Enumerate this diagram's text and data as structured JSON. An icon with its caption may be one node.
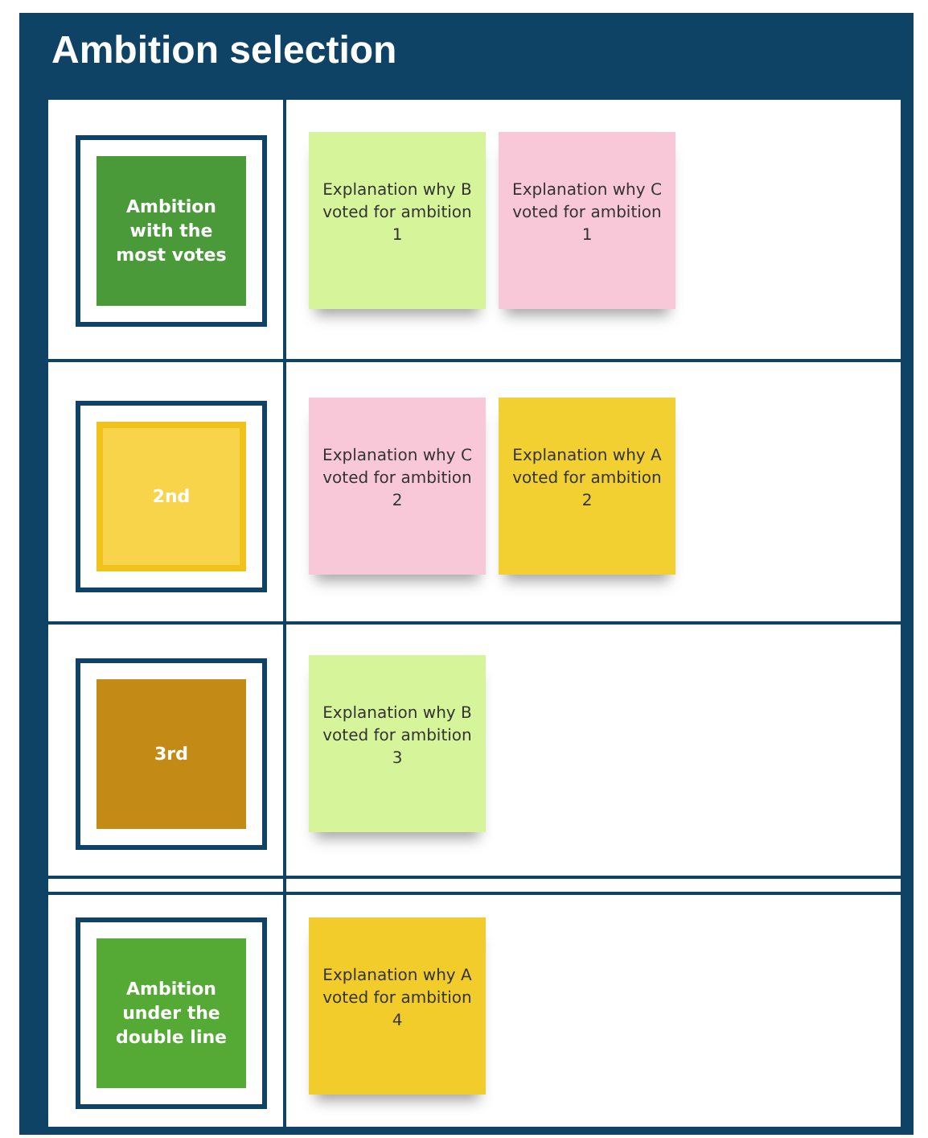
{
  "diagram": {
    "title": "Ambition selection",
    "nodes": [
      {
        "text": [
          "Ambition with the most votes"
        ]
      },
      {
        "text": [
          "Explanation why B voted for ambition 1"
        ]
      },
      {
        "text": [
          "Explanation why C voted for ambition 1"
        ]
      },
      {
        "text": [
          "2nd"
        ]
      },
      {
        "text": [
          "Explanation why C voted for ambition 2"
        ]
      },
      {
        "text": [
          "Explanation why A voted for ambition 2"
        ]
      },
      {
        "text": [
          "3rd"
        ]
      },
      {
        "text": [
          "Explanation why B voted for ambition 3"
        ]
      },
      {
        "text": [
          "Ambition under the double line"
        ]
      },
      {
        "text": [
          "Explanation why A voted for ambition 4"
        ]
      }
    ]
  }
}
